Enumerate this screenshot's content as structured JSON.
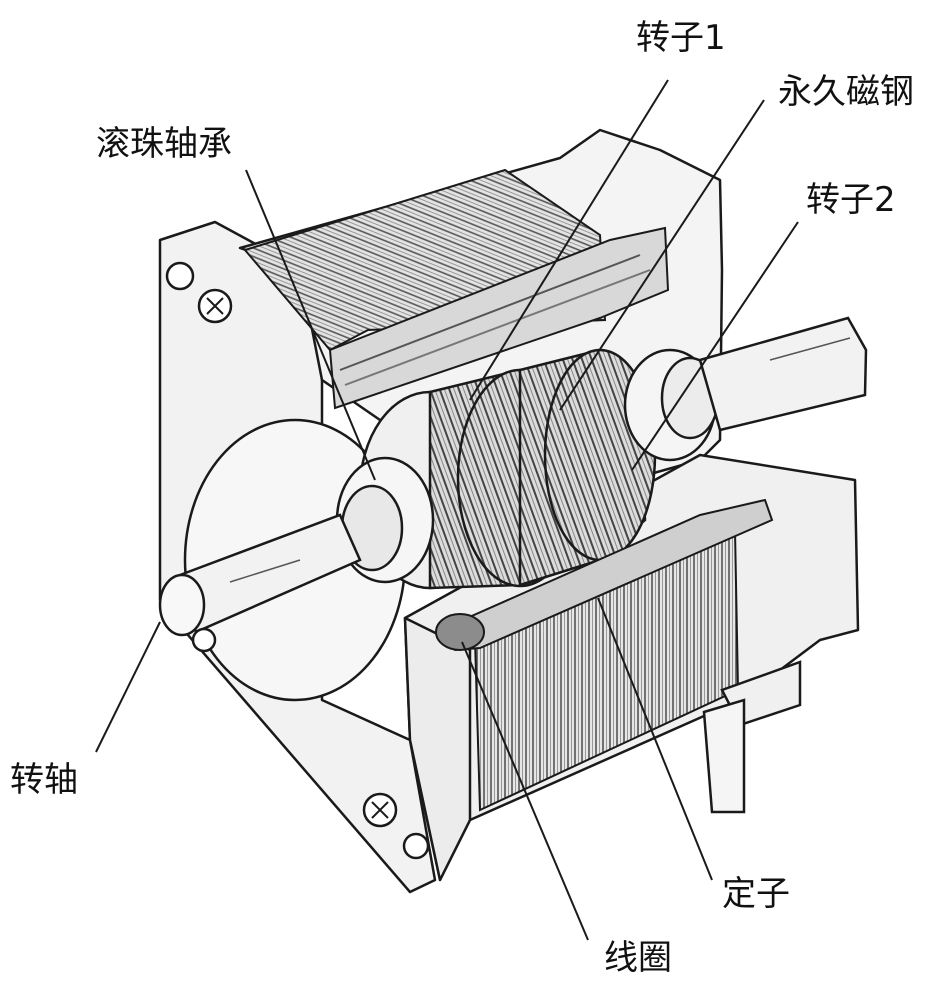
{
  "labels": {
    "rotor1": "转子1",
    "permanent_magnet": "永久磁钢",
    "ball_bearing": "滚珠轴承",
    "rotor2": "转子2",
    "shaft": "转轴",
    "stator": "定子",
    "coil": "线圈"
  },
  "colors": {
    "line": "#1a1a1a",
    "body": "#f2f2f2",
    "laminations": "#9a9a9a",
    "background": "#ffffff"
  }
}
